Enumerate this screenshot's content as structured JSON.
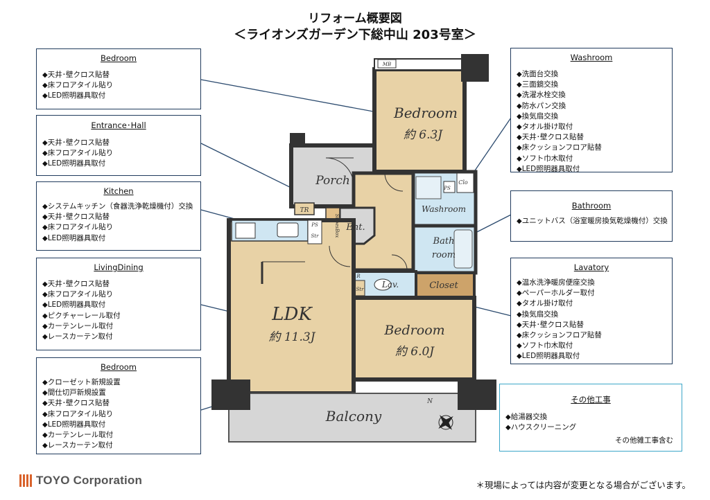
{
  "header": {
    "title": "リフォーム概要図",
    "subtitle": "＜ライオンズガーデン下総中山 203号室＞"
  },
  "notes": [
    {
      "title": "Bedroom",
      "items": [
        "天井･壁クロス貼替",
        "床フロアタイル貼り",
        "LED照明器具取付"
      ]
    },
    {
      "title": "Entrance･Hall",
      "items": [
        "天井･壁クロス貼替",
        "床フロアタイル貼り",
        "LED照明器具取付"
      ]
    },
    {
      "title": "Kitchen",
      "items": [
        "システムキッチン（食器洗浄乾燥機付）交換",
        "天井･壁クロス貼替",
        "床フロアタイル貼り",
        "LED照明器具取付"
      ]
    },
    {
      "title": "LivingDining",
      "items": [
        "天井･壁クロス貼替",
        "床フロアタイル貼り",
        "LED照明器具取付",
        "ピクチャーレール取付",
        "カーテンレール取付",
        "レースカーテン取付"
      ]
    },
    {
      "title": "Bedroom",
      "items": [
        "クローゼット新規設置",
        "間仕切戸新規設置",
        "天井･壁クロス貼替",
        "床フロアタイル貼り",
        "LED照明器具取付",
        "カーテンレール取付",
        "レースカーテン取付"
      ]
    },
    {
      "title": "Washroom",
      "items": [
        "洗面台交換",
        "三面鏡交換",
        "洗濯水栓交換",
        "防水パン交換",
        "換気扇交換",
        "タオル掛け取付",
        "天井･壁クロス貼替",
        "床クッションフロア貼替",
        "ソフト巾木取付",
        "LED照明器具取付"
      ]
    },
    {
      "title": "Bathroom",
      "items": [
        "ユニットバス（浴室暖房換気乾燥機付）交換"
      ]
    },
    {
      "title": "Lavatory",
      "items": [
        "温水洗浄暖房便座交換",
        "ペーパーホルダー取付",
        "タオル掛け取付",
        "換気扇交換",
        "天井･壁クロス貼替",
        "床クッションフロア貼替",
        "ソフト巾木取付",
        "LED照明器具取付"
      ]
    },
    {
      "title": "その他工事",
      "items": [
        "給湯器交換",
        "ハウスクリーニング"
      ],
      "note": "その他雑工事含む"
    }
  ],
  "floorplan": {
    "rooms": {
      "bed_top": "Bedroom",
      "bed_top_size": "約 6.3J",
      "porch": "Porch",
      "ent": "Ent.",
      "shoebox": "ShoesBox",
      "tr": "TR",
      "washroom": "Washroom",
      "bath": "Bath",
      "bath2": "room",
      "lav": "Lav.",
      "closet": "Closet",
      "clo": "Clo",
      "ldk": "LDK",
      "ldk_size": "約 11.3J",
      "bed_bottom": "Bedroom",
      "bed_bottom_size": "約 6.0J",
      "balcony": "Balcony",
      "mb": "MB",
      "ps": "PS",
      "str": "Str",
      "r": "R",
      "n": "N"
    },
    "colors": {
      "wood": "#e8d2a6",
      "tile": "#d6d6d6",
      "wet": "#cfe6f2",
      "closet": "#cda36a",
      "wall": "#333333",
      "line": "#2b4a6e"
    }
  },
  "footer": {
    "logo": "TOYO Corporation",
    "disclaimer": "＊現場によっては内容が変更となる場合がございます。"
  }
}
